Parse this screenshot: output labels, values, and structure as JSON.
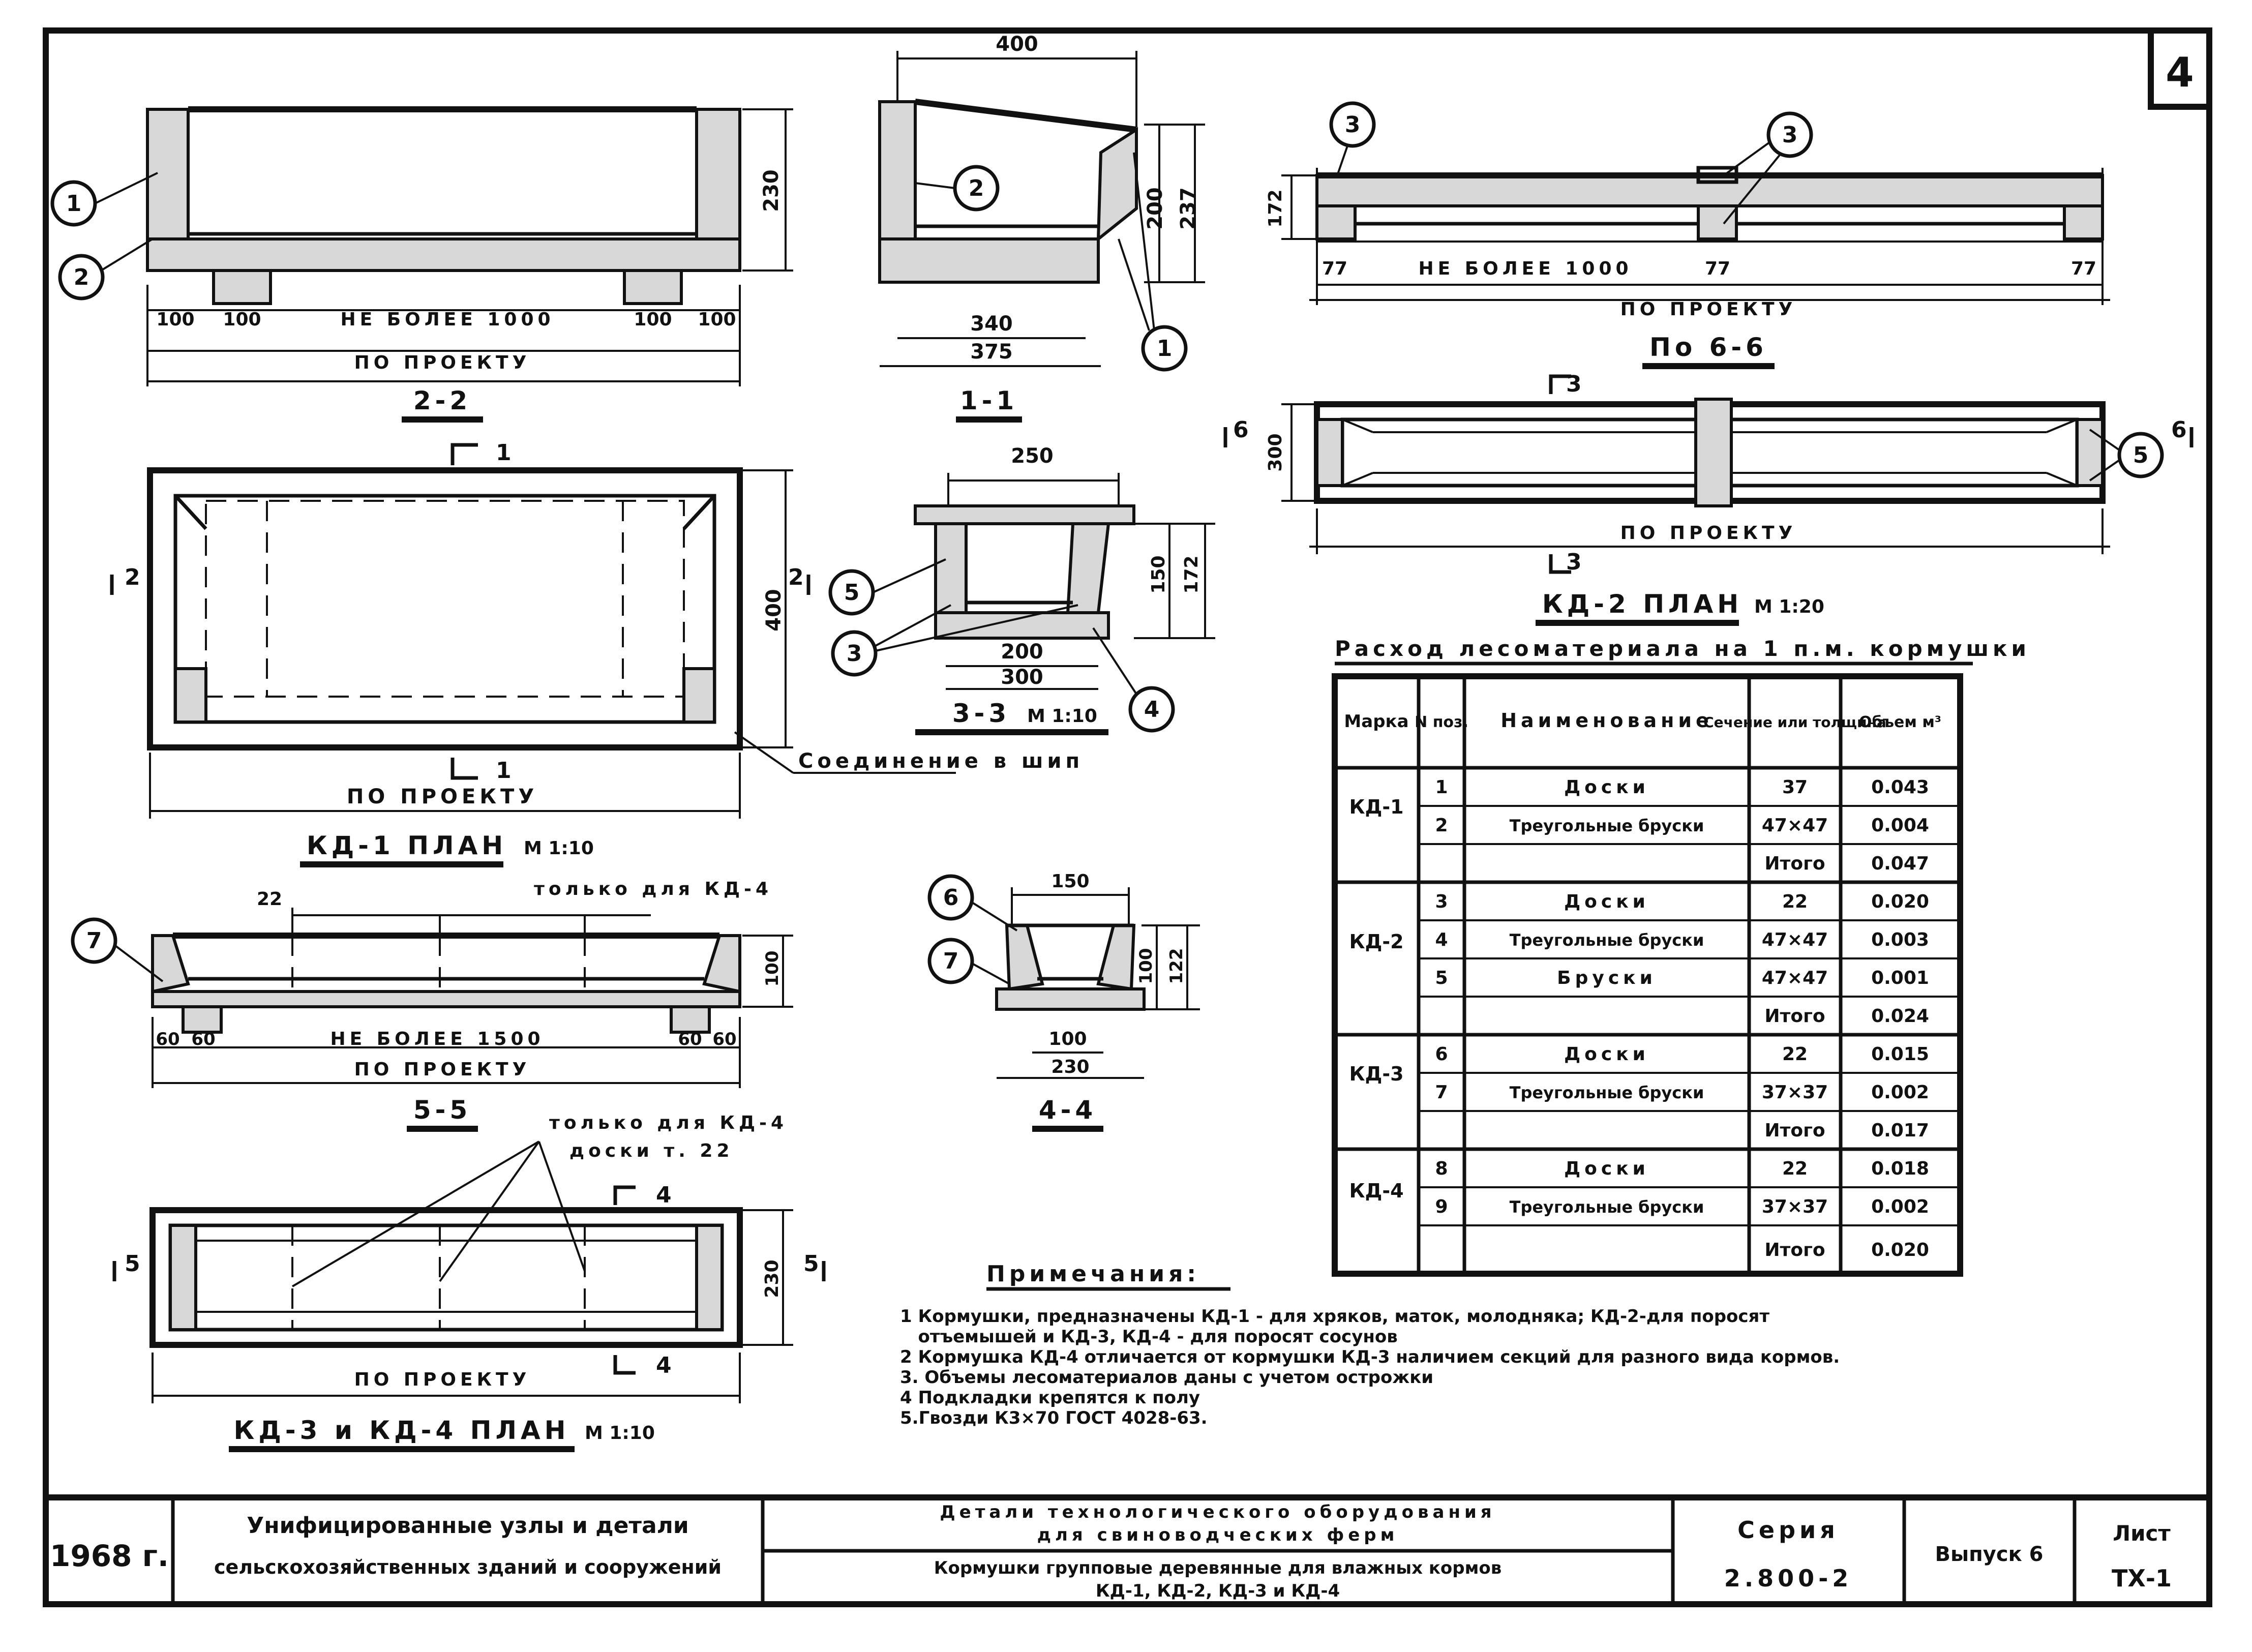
{
  "sheet_number": "4",
  "views": {
    "s22": {
      "title": "2-2",
      "d100a": "100",
      "d100b": "100",
      "dmid": "НЕ БОЛЕЕ 1000",
      "d100c": "100",
      "d100d": "100",
      "total": "ПО ПРОЕКТУ",
      "h": "230"
    },
    "s11": {
      "title": "1-1",
      "top": "400",
      "d340": "340",
      "d375": "375",
      "h200": "200",
      "h237": "237"
    },
    "s66": {
      "title": "По 6-6",
      "d77a": "77",
      "dmid": "НЕ БОЛЕЕ 1000",
      "d77b": "77",
      "d77c": "77",
      "total": "ПО ПРОЕКТУ",
      "h": "172"
    },
    "kd1": {
      "title": "КД-1  ПЛАН",
      "scale": "М 1:10",
      "total": "ПО ПРОЕКТУ",
      "h": "400",
      "note": "Соединение в шип",
      "cut1": "1",
      "cut2": "2"
    },
    "s33": {
      "title": "3-3",
      "scale": "М 1:10",
      "top": "250",
      "d200": "200",
      "d300": "300",
      "h150": "150",
      "h172": "172"
    },
    "kd2": {
      "title": "КД-2  ПЛАН",
      "scale": "М 1:20",
      "total": "ПО ПРОЕКТУ",
      "h": "300",
      "cut3": "3",
      "cut6": "6"
    },
    "s55": {
      "title": "5-5",
      "d60a": "60",
      "d60b": "60",
      "dmid": "НЕ БОЛЕЕ 1500",
      "d60c": "60",
      "d60d": "60",
      "total": "ПО ПРОЕКТУ",
      "h": "100",
      "d22": "22",
      "only": "только для КД-4"
    },
    "s44": {
      "title": "4-4",
      "top": "150",
      "d100": "100",
      "d230": "230",
      "h100": "100",
      "h122": "122"
    },
    "kd34": {
      "title": "КД-3 и КД-4  ПЛАН",
      "scale": "М 1:10",
      "total": "ПО ПРОЕКТУ",
      "h": "230",
      "only1": "только для КД-4",
      "only2": "доски т. 22",
      "cut4": "4",
      "cut5": "5"
    }
  },
  "callouts": [
    "1",
    "2",
    "3",
    "4",
    "5",
    "6",
    "7"
  ],
  "table": {
    "title": "Расход лесоматериала на 1 п.м. кормушки",
    "headers": [
      "Марка",
      "N поз.",
      "Наименование",
      "Сечение или толщина",
      "Объем м³"
    ],
    "groups": [
      {
        "mark": "КД-1",
        "rows": [
          {
            "pos": "1",
            "name": "Доски",
            "section": "37",
            "volume": "0.043"
          },
          {
            "pos": "2",
            "name": "Треугольные бруски",
            "section": "47×47",
            "volume": "0.004"
          }
        ],
        "total_label": "Итого",
        "total": "0.047"
      },
      {
        "mark": "КД-2",
        "rows": [
          {
            "pos": "3",
            "name": "Доски",
            "section": "22",
            "volume": "0.020"
          },
          {
            "pos": "4",
            "name": "Треугольные бруски",
            "section": "47×47",
            "volume": "0.003"
          },
          {
            "pos": "5",
            "name": "Бруски",
            "section": "47×47",
            "volume": "0.001"
          }
        ],
        "total_label": "Итого",
        "total": "0.024"
      },
      {
        "mark": "КД-3",
        "rows": [
          {
            "pos": "6",
            "name": "Доски",
            "section": "22",
            "volume": "0.015"
          },
          {
            "pos": "7",
            "name": "Треугольные бруски",
            "section": "37×37",
            "volume": "0.002"
          }
        ],
        "total_label": "Итого",
        "total": "0.017"
      },
      {
        "mark": "КД-4",
        "rows": [
          {
            "pos": "8",
            "name": "Доски",
            "section": "22",
            "volume": "0.018"
          },
          {
            "pos": "9",
            "name": "Треугольные бруски",
            "section": "37×37",
            "volume": "0.002"
          }
        ],
        "total_label": "Итого",
        "total": "0.020"
      }
    ]
  },
  "notes": {
    "title": "Примечания:",
    "items": [
      "1 Кормушки, предназначены КД-1 - для хряков, маток, молодняка; КД-2-для поросят",
      "   отъемышей и КД-3, КД-4 - для поросят сосунов",
      "2 Кормушка КД-4 отличается от кормушки КД-3 наличием секций для разного вида кормов.",
      "3. Объемы лесоматериалов даны с учетом острожки",
      "4 Подкладки крепятся к полу",
      "5.Гвозди К3×70  ГОСТ 4028-63."
    ]
  },
  "titleblock": {
    "year": "1968 г.",
    "org_line1": "Унифицированные узлы и детали",
    "org_line2": "сельскохозяйственных зданий и сооружений",
    "desc_line1": "Детали технологического оборудования",
    "desc_line2": "для свиноводческих ферм",
    "desc_line3": "Кормушки групповые деревянные для влажных кормов",
    "desc_line4": "КД-1, КД-2, КД-3 и КД-4",
    "series_label": "Серия",
    "series_value": "2.800-2",
    "issue": "Выпуск 6",
    "sheet_label": "Лист",
    "sheet_value": "ТХ-1"
  }
}
